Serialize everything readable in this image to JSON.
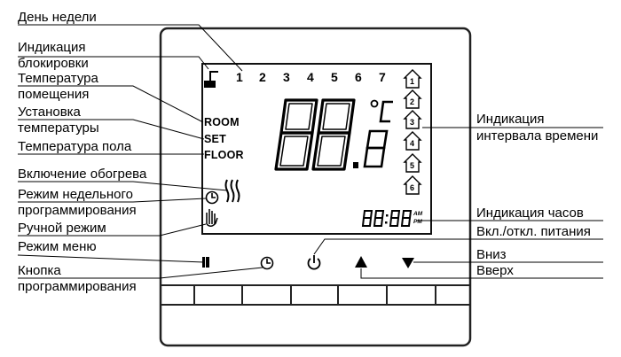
{
  "labels_left": {
    "day_of_week": "День недели",
    "lock_indication_1": "Индикация",
    "lock_indication_2": "блокировки",
    "room_temp_1": "Температура",
    "room_temp_2": "помещения",
    "temp_setting_1": "Установка",
    "temp_setting_2": "температуры",
    "floor_temp": "Температура пола",
    "heating_on": "Включение обогрева",
    "weekly_prog_1": "Режим недельного",
    "weekly_prog_2": "программирования",
    "manual_mode": "Ручной режим",
    "menu_mode": "Режим меню",
    "prog_button_1": "Кнопка",
    "prog_button_2": "программирования"
  },
  "labels_right": {
    "time_interval_1": "Индикация",
    "time_interval_2": "интервала времени",
    "clock_indication": "Индикация часов",
    "power_toggle": "Вкл./откл. питания",
    "down": "Вниз",
    "up": "Вверх"
  },
  "display": {
    "days": [
      "1",
      "2",
      "3",
      "4",
      "5",
      "6",
      "7"
    ],
    "modes": [
      "ROOM",
      "SET",
      "FLOOR"
    ],
    "big_digits": "88",
    "small_digit": "8",
    "unit": "°C",
    "clock": "88:88",
    "am": "AM",
    "pm": "PM",
    "intervals": [
      "1",
      "2",
      "3",
      "4",
      "5",
      "6"
    ]
  }
}
